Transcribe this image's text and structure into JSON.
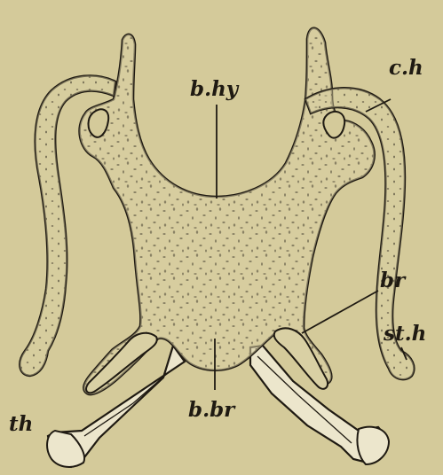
{
  "figure": {
    "labels": {
      "b_hy": "b.hy",
      "c_h": "c.h",
      "br": "br",
      "st_h": "st.h",
      "b_br": "b.br",
      "th": "th"
    }
  },
  "colors": {
    "background": "#d4ca9a",
    "ink": "#1f1a12",
    "cartilage_fill": "#d9d0a4",
    "bone_fill": "#ece6cc"
  }
}
